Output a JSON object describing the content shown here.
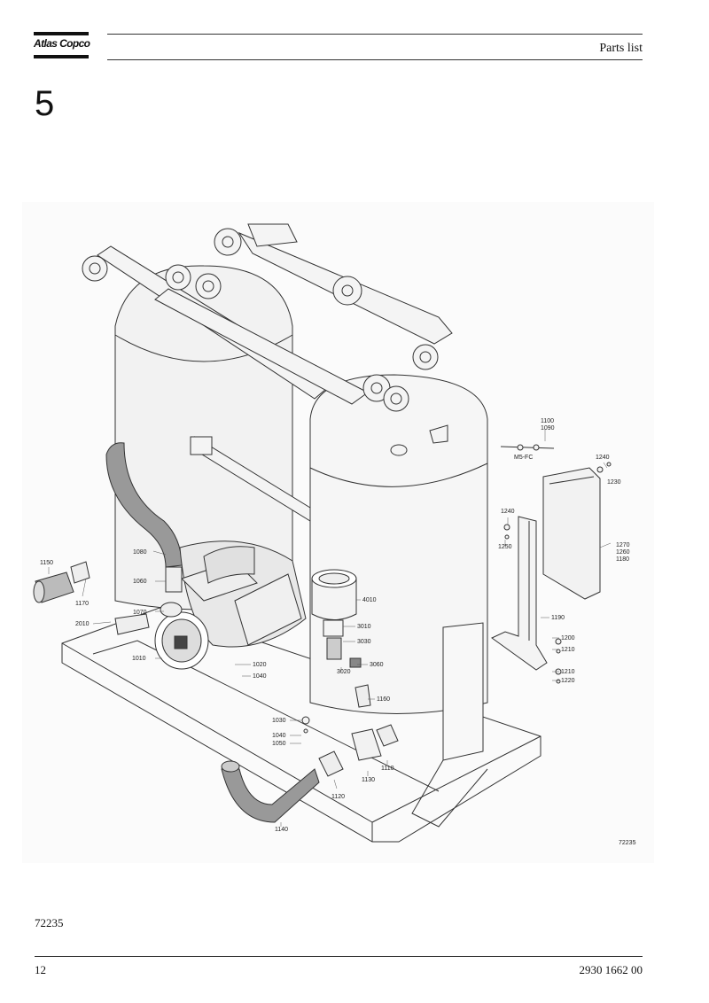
{
  "header": {
    "brand": "Atlas Copco",
    "title": "Parts list"
  },
  "section_number": "5",
  "figure": {
    "drawing_number": "72235",
    "sub_label": "M5-FC",
    "callouts": {
      "c1100": "1100",
      "c1090": "1090",
      "c1240a": "1240",
      "c1230": "1230",
      "c1240b": "1240",
      "c1250": "1250",
      "c1270": "1270",
      "c1260": "1260",
      "c1180": "1180",
      "c1150": "1150",
      "c1080": "1080",
      "c1170": "1170",
      "c1060": "1060",
      "c4010": "4010",
      "c2010": "2010",
      "c1070": "1070",
      "c3010": "3010",
      "c1190": "1190",
      "c3030": "3030",
      "c1200": "1200",
      "c1210a": "1210",
      "c1010": "1010",
      "c1020": "1020",
      "c3060": "3060",
      "c3020": "3020",
      "c1040a": "1040",
      "c1210b": "1210",
      "c1220": "1220",
      "c1160": "1160",
      "c1030": "1030",
      "c1040b": "1040",
      "c1050": "1050",
      "c1110": "1110",
      "c1130": "1130",
      "c1120": "1120",
      "c1140": "1140"
    }
  },
  "caption": "72235",
  "footer": {
    "page": "12",
    "doc_number": "2930 1662 00"
  }
}
